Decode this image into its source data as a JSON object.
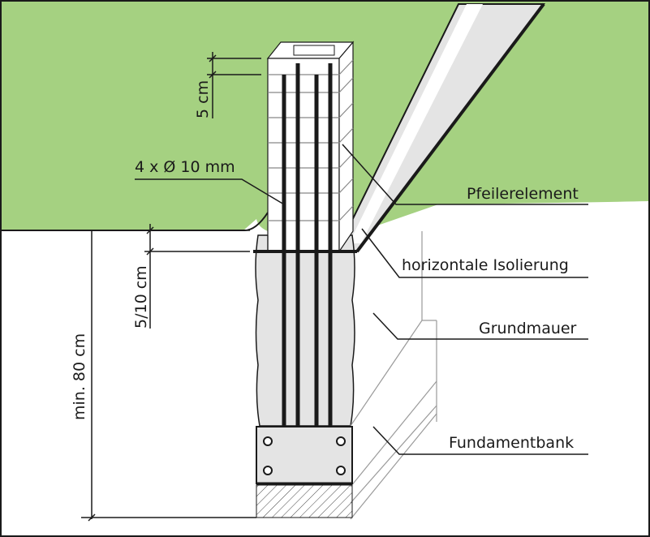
{
  "labels": {
    "spacing_top": "5 cm",
    "rebar": "4 x Ø 10 mm",
    "spacing_bottom": "5/10 cm",
    "min_depth": "min. 80 cm"
  },
  "callouts": {
    "pfeilerelement": "Pfeilerelement",
    "isolierung": "horizontale Isolierung",
    "grundmauer": "Grundmauer",
    "fundamentbank": "Fundamentbank"
  },
  "colors": {
    "lawn": "#a5d181",
    "frame": "#1a1a1a",
    "concrete": "#e4e4e4",
    "line": "#1a1a1a",
    "light_line": "#9a9a9a"
  }
}
